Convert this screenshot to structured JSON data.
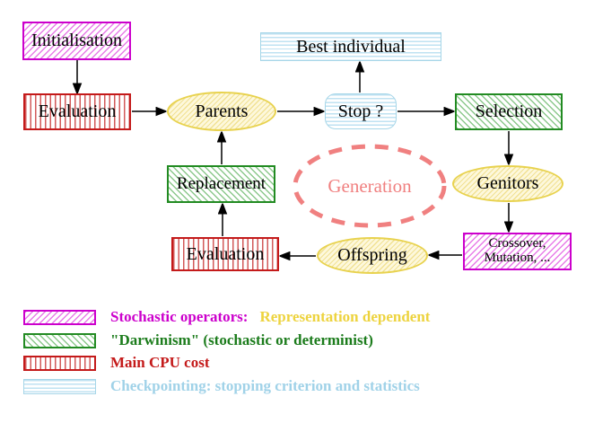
{
  "colors": {
    "magenta": "#CC00CC",
    "green_border": "#228B22",
    "green_text": "#1C7C1C",
    "crimson": "#C41A1A",
    "light_blue": "#A6D6E8",
    "light_blue_text": "#A0D2E8",
    "gold_text": "#EDD33E",
    "yellow_border": "#E8D24E",
    "yellow_fill": "#FDF8DC",
    "coral": "#F08080",
    "black": "#000000"
  },
  "nodes": {
    "initialisation": {
      "label": "Initialisation"
    },
    "evaluation_top": {
      "label": "Evaluation"
    },
    "parents": {
      "label": "Parents"
    },
    "best_individual": {
      "label": "Best individual"
    },
    "stop": {
      "label": "Stop ?"
    },
    "selection": {
      "label": "Selection"
    },
    "replacement": {
      "label": "Replacement"
    },
    "generation": {
      "label": "Generation"
    },
    "genitors": {
      "label": "Genitors"
    },
    "evaluation_bottom": {
      "label": "Evaluation"
    },
    "offspring": {
      "label": "Offspring"
    },
    "crossover": {
      "label_line1": "Crossover,",
      "label_line2": "Mutation, ..."
    }
  },
  "legend": {
    "stochastic": {
      "label": "Stochastic operators:",
      "qualifier": "Representation dependent"
    },
    "darwinism": {
      "label": "\"Darwinism\" (stochastic or determinist)"
    },
    "cpu": {
      "label": "Main CPU cost"
    },
    "checkpointing": {
      "label": "Checkpointing: stopping criterion and statistics"
    }
  }
}
